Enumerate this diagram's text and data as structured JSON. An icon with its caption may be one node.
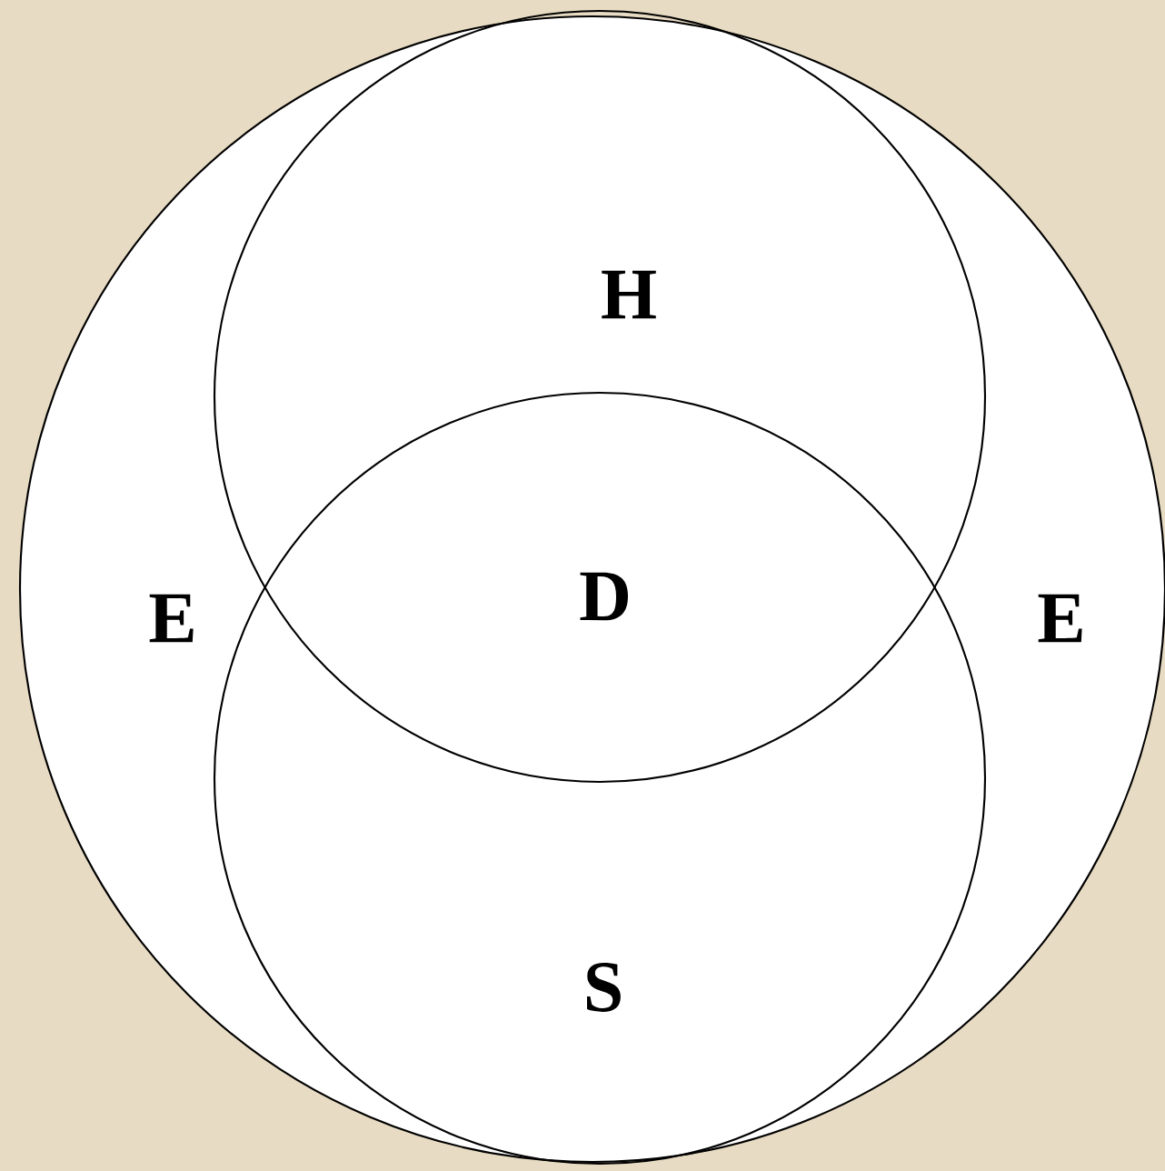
{
  "diagram": {
    "nodes": [
      {
        "text": [
          "E",
          "E"
        ]
      },
      {
        "text": [
          "H"
        ],
        "in": 0
      },
      {
        "text": [
          "S"
        ],
        "in": 0
      }
    ],
    "labels": [
      "D"
    ]
  }
}
